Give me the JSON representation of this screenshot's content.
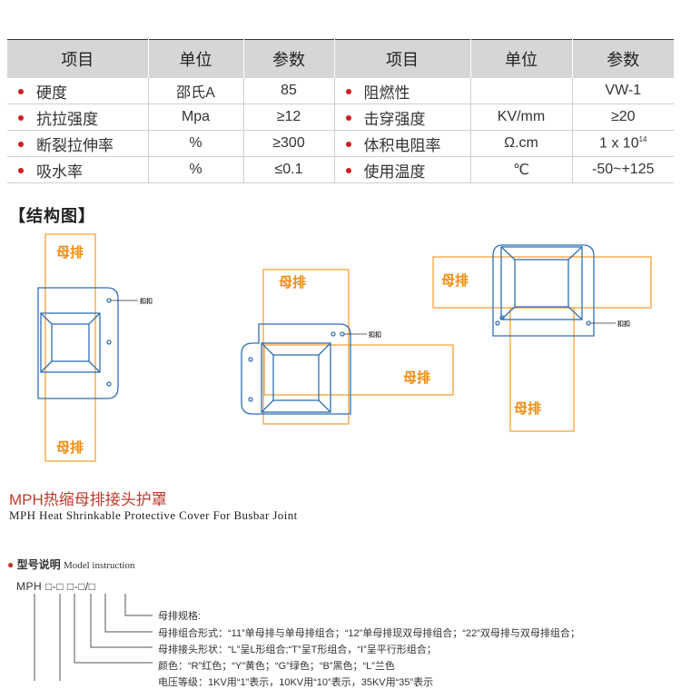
{
  "table": {
    "headers": [
      "项目",
      "单位",
      "参数",
      "项目",
      "单位",
      "参数"
    ],
    "rows": [
      {
        "item1": "硬度",
        "unit1": "邵氏A",
        "param1": "85",
        "item2": "阻燃性",
        "unit2": "",
        "param2": "VW-1"
      },
      {
        "item1": "抗拉强度",
        "unit1": "Mpa",
        "param1": "≥12",
        "item2": "击穿强度",
        "unit2": "KV/mm",
        "param2": "≥20"
      },
      {
        "item1": "断裂拉伸率",
        "unit1": "%",
        "param1": "≥300",
        "item2": "体积电阻率",
        "unit2": "Ω.cm",
        "param2_base": "1 x 10",
        "param2_sup": "14"
      },
      {
        "item1": "吸水率",
        "unit1": "%",
        "param1": "≤0.1",
        "item2": "使用温度",
        "unit2": "℃",
        "param2": "-50~+125"
      }
    ]
  },
  "structure": {
    "heading": "【结构图】",
    "bar_label": "母排",
    "bolt_label": "扣扣",
    "colors": {
      "bar": "#f7a23b",
      "bar_text": "#f28c0f",
      "cover": "#2f6fb5"
    }
  },
  "product": {
    "title_cn": "MPH热缩母排接头护罩",
    "title_en": "MPH Heat Shrinkable Protective Cover For Busbar Joint"
  },
  "model": {
    "heading_cn": "型号说明",
    "heading_en": "Model instruction",
    "code": "MPH □-□ □-□/□",
    "lines": [
      "母排规格:",
      "母排组合形式：“11”单母排与单母排组合；“12”单母排现双母排组合；“22”双母排与双母排组合；",
      "母排接头形状：“L”呈L形组合;“T”呈T形组合，“I”呈平行形组合；",
      "颜色：“R”红色；“Y”黄色；“G”绿色；“B”黑色；“L”兰色",
      "电压等级：1KV用“1”表示，10KV用“10”表示，35KV用“35”表示"
    ]
  }
}
